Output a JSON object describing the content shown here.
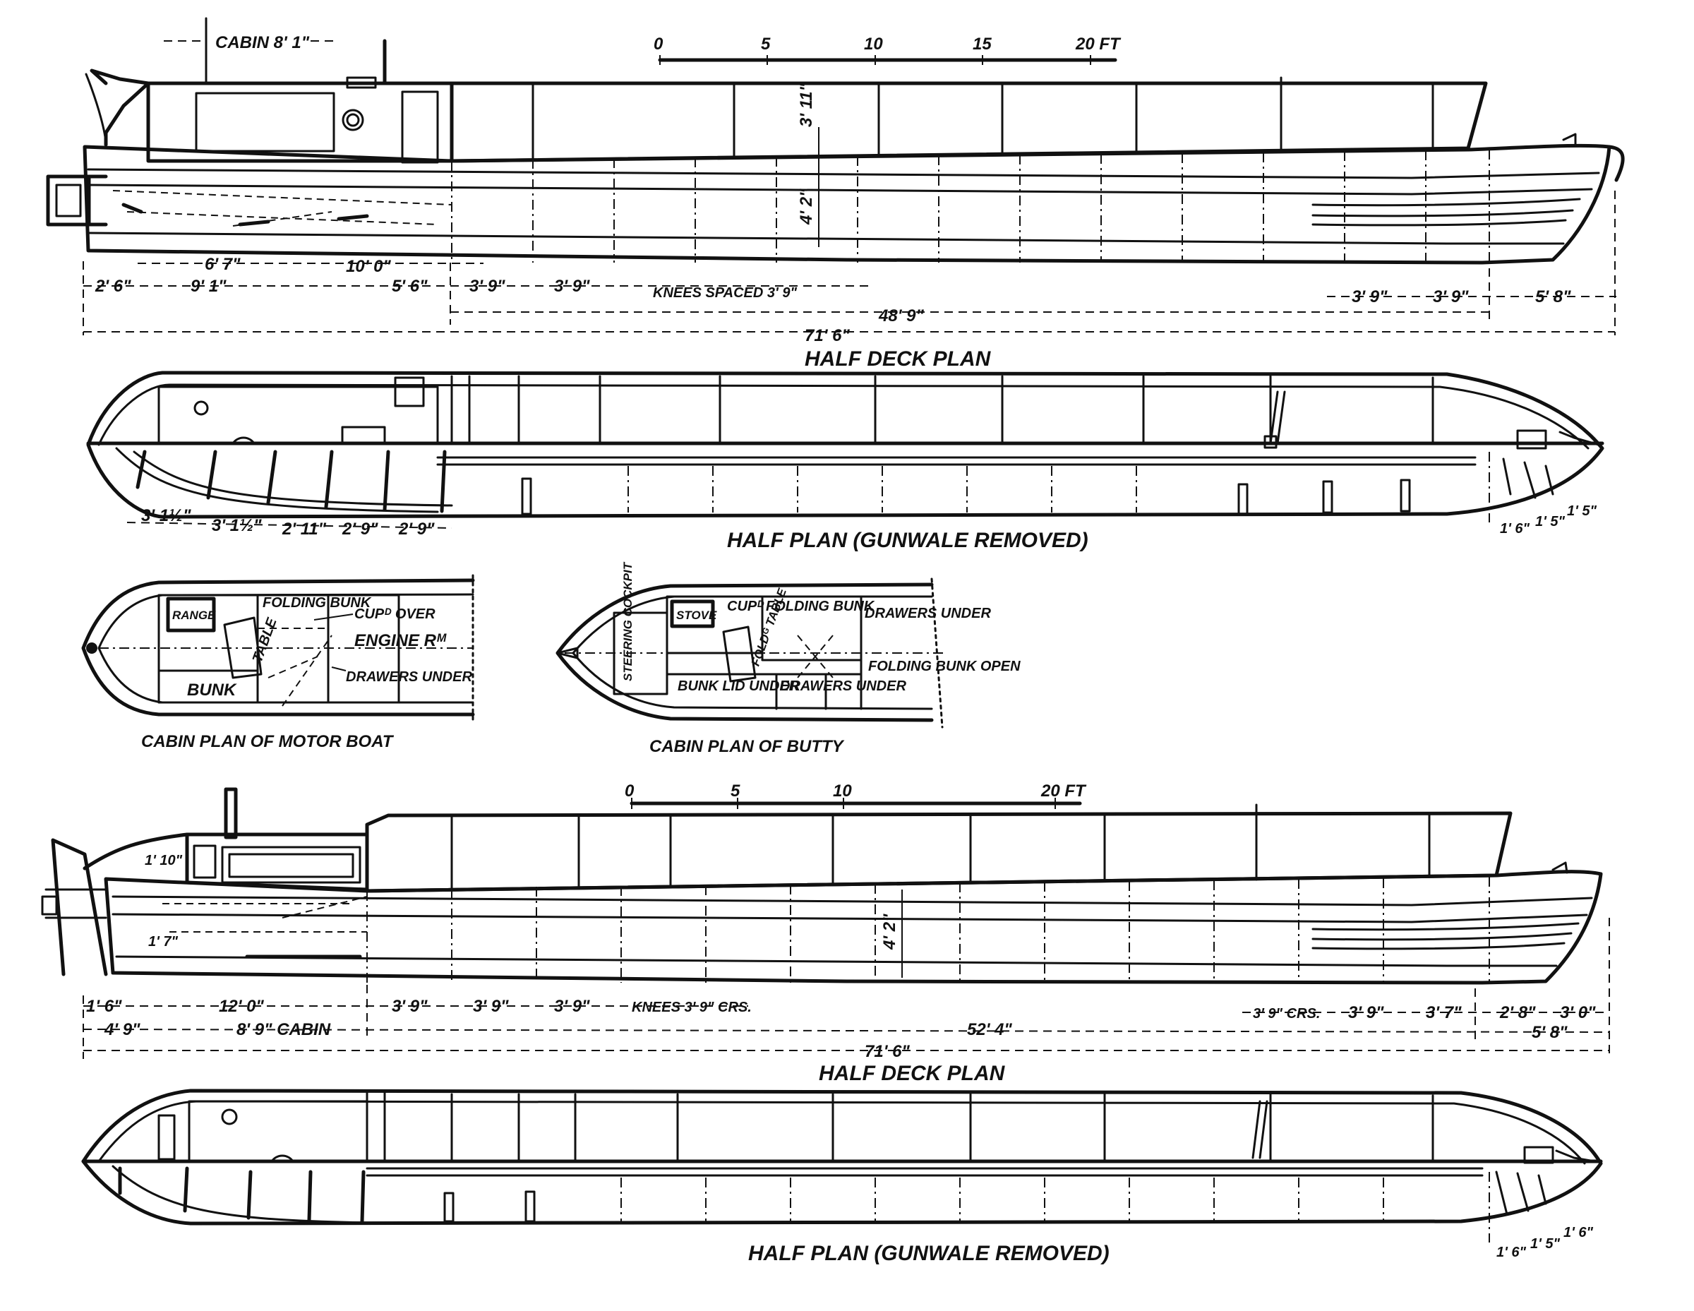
{
  "motor_boat": {
    "cabin_length": "CABIN 8' 1\"",
    "scale": [
      "0",
      "5",
      "10",
      "15",
      "20 FT"
    ],
    "depth_upper": "3' 11\"",
    "depth_lower": "4' 2\"",
    "dim_row1": [
      "6' 7\"",
      "10' 0\""
    ],
    "dim_row2": [
      "2' 6\"",
      "9' 1\"",
      "5' 6\"",
      "3' 9\"",
      "3' 9\"",
      "KNEES SPACED 3' 9\""
    ],
    "dim_bow": [
      "3' 9\"",
      "3' 9\"",
      "5' 8\""
    ],
    "dim_48": "48' 9\"",
    "dim_total": "71' 6\"",
    "half_deck_plan": "HALF DECK PLAN",
    "half_plan": "HALF PLAN (GUNWALE REMOVED)",
    "plan_dims_stern": [
      "3' 1½\"",
      "3' 1½\"",
      "2' 11\"",
      "2' 9\"",
      "2' 9\""
    ],
    "plan_dims_bow": [
      "1' 6\"",
      "1' 5\"",
      "1' 5\""
    ]
  },
  "cabin_motor": {
    "range": "RANGE",
    "table": "TABLE",
    "folding_bunk": "FOLDING BUNK",
    "cupd_over": "CUPᴰ OVER",
    "engine_rm": "ENGINE Rᴹ",
    "bunk": "BUNK",
    "drawers_under": "DRAWERS UNDER",
    "title": "CABIN PLAN OF MOTOR BOAT"
  },
  "cabin_butty": {
    "steering_cockpit": "STEERING COCKPIT",
    "stove": "STOVE",
    "cupd": "CUPᴰ",
    "folding_bunk": "FOLDING BUNK",
    "fold_table": "FOLDᴳ TABLE",
    "drawers_under_1": "DRAWERS UNDER",
    "bunk_lid_under": "BUNK LID UNDER",
    "drawers_under_2": "DRAWERS UNDER",
    "folding_bunk_open": "FOLDING BUNK OPEN",
    "title": "CABIN PLAN OF BUTTY"
  },
  "butty": {
    "scale": [
      "0",
      "5",
      "10",
      "20 FT"
    ],
    "stern_1": "1' 10\"",
    "stern_2": "1' 7\"",
    "depth": "4' 2\"",
    "dim_row1": [
      "1' 6\"",
      "12' 0\"",
      "3' 9\"",
      "3' 9\"",
      "3' 9\"",
      "KNEES 3' 9\" CRS."
    ],
    "dim_bow": [
      "3' 9\" CRS.",
      "3' 9\"",
      "3' 7\"",
      "2' 8\"",
      "3' 0\""
    ],
    "dim_row2": [
      "4' 9\"",
      "8' 9\" CABIN",
      "52' 4\""
    ],
    "dim_58": "5' 8\"",
    "dim_total": "71' 6\"",
    "half_deck_plan": "HALF DECK PLAN",
    "half_plan": "HALF PLAN (GUNWALE REMOVED)",
    "plan_dims_bow": [
      "1' 6\"",
      "1' 5\"",
      "1' 6\""
    ]
  }
}
